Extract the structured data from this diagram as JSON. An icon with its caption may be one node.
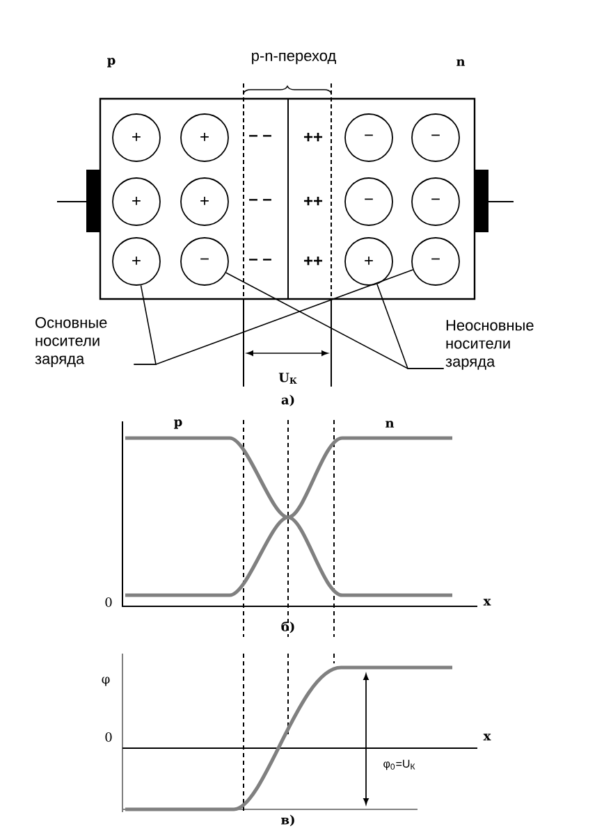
{
  "diagram": {
    "nodes": [
      {
        "text": [
          "+"
        ]
      },
      {
        "text": [
          "+"
        ]
      },
      {
        "text": [
          "−"
        ]
      },
      {
        "text": [
          "−"
        ]
      },
      {
        "text": [
          "+"
        ]
      },
      {
        "text": [
          "+"
        ]
      },
      {
        "text": [
          "−"
        ]
      },
      {
        "text": [
          "−"
        ]
      },
      {
        "text": [
          "+"
        ]
      },
      {
        "text": [
          "−"
        ]
      },
      {
        "text": [
          "+"
        ]
      },
      {
        "text": [
          "−"
        ]
      },
      {
        "text": [
          "Основные носители заряда"
        ]
      },
      {
        "text": [
          "Неосновные носители заряда"
        ]
      }
    ],
    "edges": [
      {
        "from": 12,
        "to": 8,
        "arrow": "none"
      },
      {
        "from": 12,
        "to": 11,
        "arrow": "none"
      },
      {
        "from": 13,
        "to": 9,
        "arrow": "none"
      },
      {
        "from": 13,
        "to": 10,
        "arrow": "none"
      }
    ],
    "labels": [
      "p",
      "p-n-переход",
      "n",
      "– –",
      "++",
      "– –",
      "++",
      "– –",
      "++",
      "U$_{К}$",
      "а)",
      "p",
      "n",
      "0",
      "x",
      "б)",
      "φ",
      "0",
      "x",
      "φ$_{0}$=U$_{К}$",
      "в)"
    ]
  }
}
